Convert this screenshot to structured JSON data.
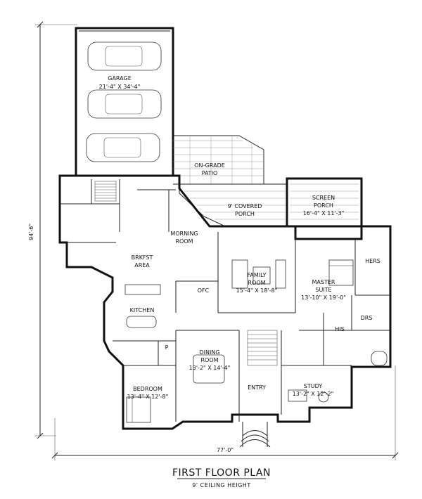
{
  "plan": {
    "title": "FIRST FLOOR PLAN",
    "subtitle": "9' CEILING HEIGHT",
    "overall_width": "77'-0\"",
    "overall_depth": "94'-6\""
  },
  "rooms": {
    "garage": {
      "name": "GARAGE",
      "size": "21'-4\" X 34'-4\""
    },
    "patio": {
      "name_line1": "ON-GRADE",
      "name_line2": "PATIO"
    },
    "covered_porch": {
      "name_line1": "9' COVERED",
      "name_line2": "PORCH"
    },
    "screen_porch": {
      "name_line1": "SCREEN",
      "name_line2": "PORCH",
      "size": "16'-4\" X 11'-3\""
    },
    "morning_room": {
      "name_line1": "MORNING",
      "name_line2": "ROOM"
    },
    "brkfst_area": {
      "name_line1": "BRKFST",
      "name_line2": "AREA"
    },
    "family_room": {
      "name_line1": "FAMILY",
      "name_line2": "ROOM",
      "size": "15'-4\" X 18'-8\""
    },
    "master_suite": {
      "name_line1": "MASTER",
      "name_line2": "SUITE",
      "size": "13'-10\" X 19'-0\""
    },
    "hers": {
      "name": "HERS"
    },
    "his": {
      "name": "HIS"
    },
    "drs": {
      "name": "DRS"
    },
    "ofc": {
      "name": "OFC"
    },
    "kitchen": {
      "name": "KITCHEN"
    },
    "pantry": {
      "name": "P"
    },
    "dining_room": {
      "name_line1": "DINING",
      "name_line2": "ROOM",
      "size": "13'-2\" X 14'-4\""
    },
    "entry": {
      "name": "ENTRY"
    },
    "study": {
      "name": "STUDY",
      "size": "13'-2\" X 12'-2\""
    },
    "bedroom": {
      "name": "BEDROOM",
      "size": "13'-4\" X 12'-8\""
    }
  }
}
